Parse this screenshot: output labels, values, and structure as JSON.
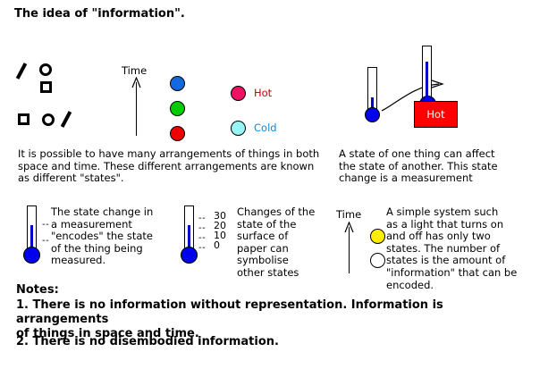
{
  "title": "The idea of \"information\".",
  "colors": {
    "blue": "#1569e0",
    "green": "#00cc00",
    "red": "#ee0000",
    "hot_pink": "#ee1164",
    "cold_cyan": "#99f5f5",
    "hot_label": "#cc0000",
    "cold_label": "#1188dd",
    "mercury": "#0000cc",
    "bulb": "#0000ee",
    "hot_box": "#ff0000",
    "black": "#000000",
    "light_on": "#ffee00",
    "light_off": "#ffffff",
    "background": "#ffffff"
  },
  "arrangements": {
    "row1": [
      "slash",
      "circle-open",
      "square-open"
    ],
    "row2": [
      "square-open",
      "circle-open",
      "slash"
    ]
  },
  "time_axis_top": {
    "label": "Time"
  },
  "time_axis_bottom": {
    "label": "Time"
  },
  "state_dots": [
    {
      "name": "blue-dot",
      "color": "#1569e0"
    },
    {
      "name": "green-dot",
      "color": "#00cc00"
    },
    {
      "name": "red-dot",
      "color": "#ee0000"
    }
  ],
  "legend": [
    {
      "name": "hot",
      "label": "Hot",
      "dot_color": "#ee1164",
      "label_color": "#cc0000"
    },
    {
      "name": "cold",
      "label": "Cold",
      "dot_color": "#99f5f5",
      "label_color": "#1188dd"
    }
  ],
  "captions": {
    "arrangements": "It is possible to have many arrangements of things in both\nspace and time. These different arrangements are known\nas different \"states\".",
    "measurement": "A state of one thing can affect\nthe state of another. This state\nchange is a measurement",
    "encodes": "The state change in\na measurement\n\"encodes\" the state\nof the thing being\nmeasured.",
    "paper": "Changes of the\nstate of the\nsurface of\npaper can\nsymbolise\nother states",
    "light": "A simple system such\nas a light that turns on\nand off has only two\nstates. The number of\nstates is the amount of\n\"information\" that can be\nencoded."
  },
  "hot_box": {
    "label": "Hot"
  },
  "thermometer_scale": {
    "ticks": [
      "--",
      "--",
      "--",
      "--"
    ],
    "values": [
      "30",
      "20",
      "10",
      "0"
    ]
  },
  "thermometer_plain_ticks": [
    "--",
    "--"
  ],
  "lights": [
    {
      "name": "light-on",
      "color": "#ffee00"
    },
    {
      "name": "light-off",
      "color": "#ffffff"
    }
  ],
  "notes": {
    "heading": "Notes:",
    "items": [
      "1. There is no information without representation. Information is arrangements\nof things in space and time.",
      "2. There is no disembodied information."
    ]
  }
}
